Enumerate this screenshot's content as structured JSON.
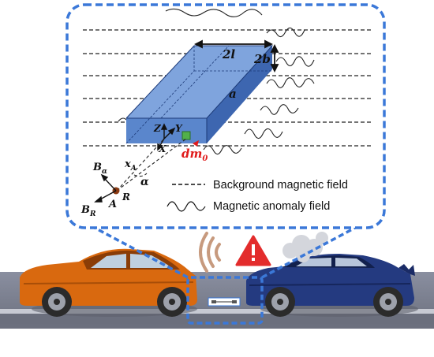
{
  "labels": {
    "width": "2l",
    "height": "2b",
    "length": "a",
    "axis_z": "Z",
    "axis_y": "Y",
    "axis_x": "X",
    "mass_element": "dm",
    "mass_element_subscript": "0",
    "distance": "x",
    "distance_subscript": "A",
    "angle": "α",
    "radius": "R",
    "point": "A",
    "b_alpha": "B",
    "b_alpha_subscript": "α",
    "b_r": "B",
    "b_r_subscript": "R"
  },
  "legend": {
    "background": "Background magnetic field",
    "anomaly": "Magnetic anomaly field"
  },
  "colors": {
    "frame": "#3b78d8",
    "car_left": "#d9690f",
    "car_right": "#243a80",
    "road": "#7a7f8e",
    "bar_front": "#5a86cc",
    "bar_top": "#7fa4dd",
    "bar_side": "#3d66b0",
    "warning": "#e32c2c",
    "signal": "#c79a7e",
    "mass_label": "#e01b1b"
  },
  "icons": [
    "warning-triangle-icon",
    "signal-waves-icon",
    "smoke-cloud-icon"
  ]
}
